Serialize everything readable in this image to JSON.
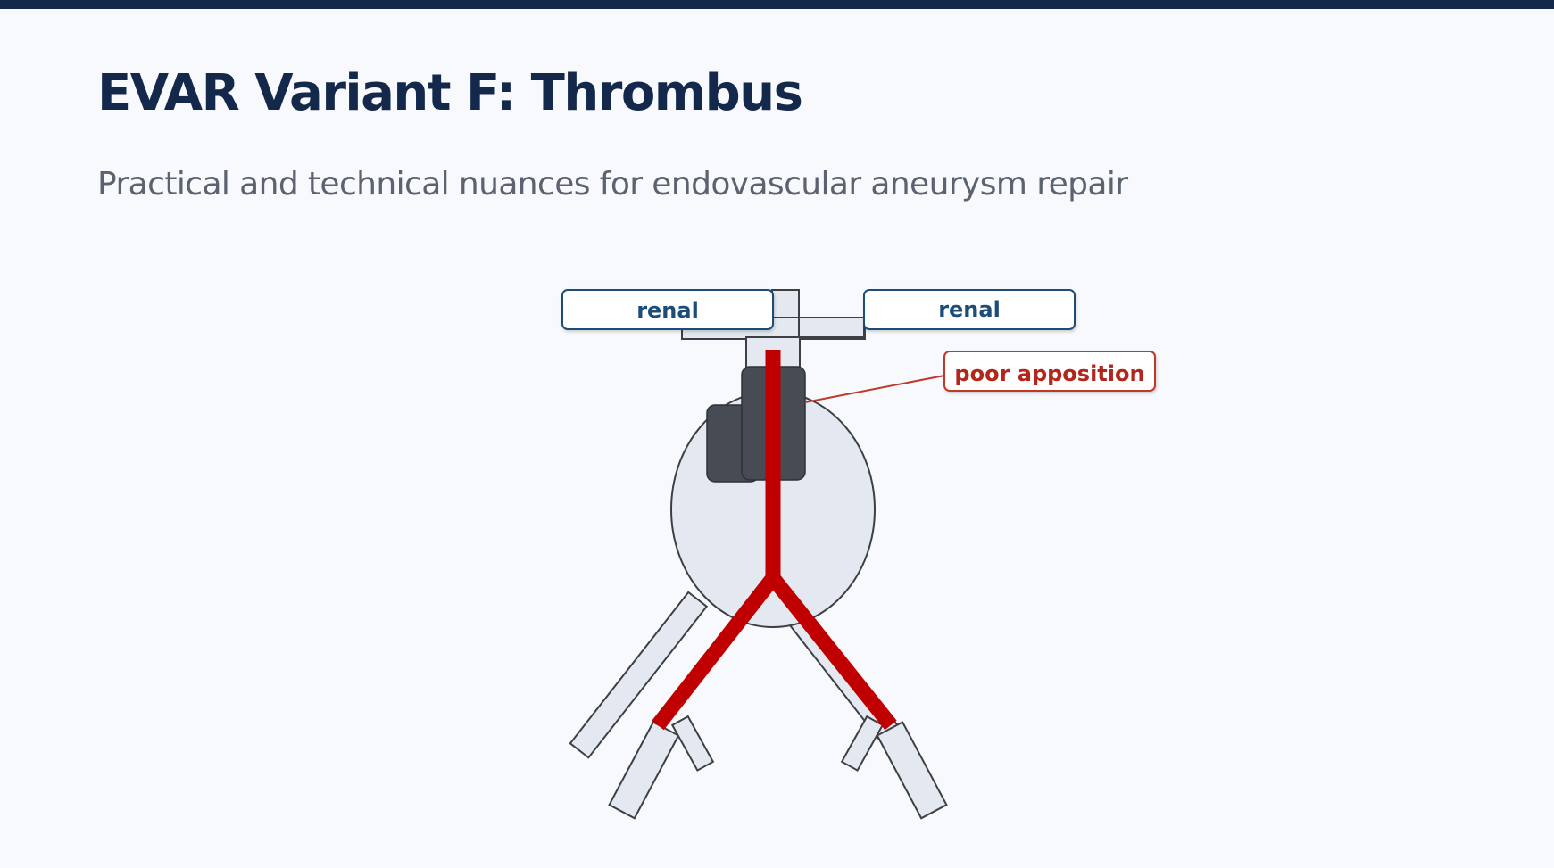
{
  "slide": {
    "title": "EVAR Variant F: Thrombus",
    "subtitle": "Practical and technical nuances for endovascular aneurysm repair"
  },
  "diagram": {
    "labels": {
      "renal_left": "renal",
      "renal_right": "renal",
      "callout": "poor apposition"
    },
    "colors": {
      "vessel_fill": "#e4e9f1",
      "vessel_stroke": "#3c3f44",
      "stent_graft": "#c00000",
      "thrombus": "#474b53",
      "label_stroke": "#1f4e79",
      "label_text": "#1f4e79",
      "callout_stroke": "#c0392b",
      "callout_text": "#b3261e",
      "header_bar": "#13284a"
    }
  }
}
